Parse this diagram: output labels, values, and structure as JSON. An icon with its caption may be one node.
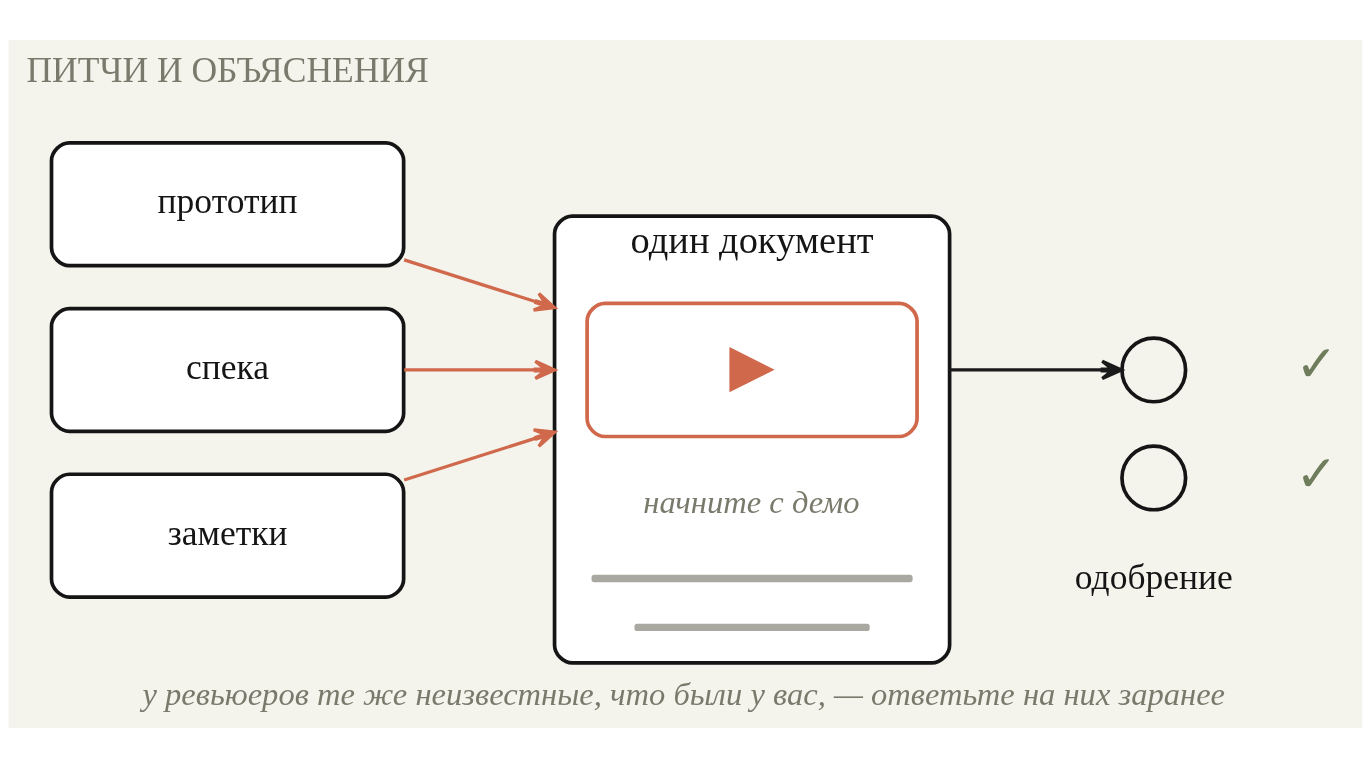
{
  "diagram": {
    "title": "ПИТЧИ И ОБЪЯСНЕНИЯ",
    "caption": "у ревьюеров те же неизвестные, что были у вас, — ответьте на них заранее",
    "nodes": [
      {
        "text": [
          "прототип"
        ]
      },
      {
        "text": [
          "спека"
        ]
      },
      {
        "text": [
          "заметки"
        ]
      },
      {
        "text": [
          "один документ"
        ]
      },
      {
        "text": [
          "▶"
        ],
        "in": 3,
        "beside": [
          "начните с демо"
        ]
      },
      {
        "text": [],
        "shape": "person",
        "beside": [
          "✓"
        ]
      },
      {
        "text": [],
        "shape": "person",
        "beside": [
          "✓"
        ]
      }
    ],
    "edges": [
      {
        "from": 0,
        "to": 3,
        "arrow": "to"
      },
      {
        "from": 1,
        "to": 3,
        "arrow": "to"
      },
      {
        "from": 2,
        "to": 3,
        "arrow": "to"
      },
      {
        "from": 3,
        "to": 5,
        "arrow": "to",
        "color": "#1a1a1a"
      }
    ],
    "labels": [
      "одобрение"
    ]
  }
}
